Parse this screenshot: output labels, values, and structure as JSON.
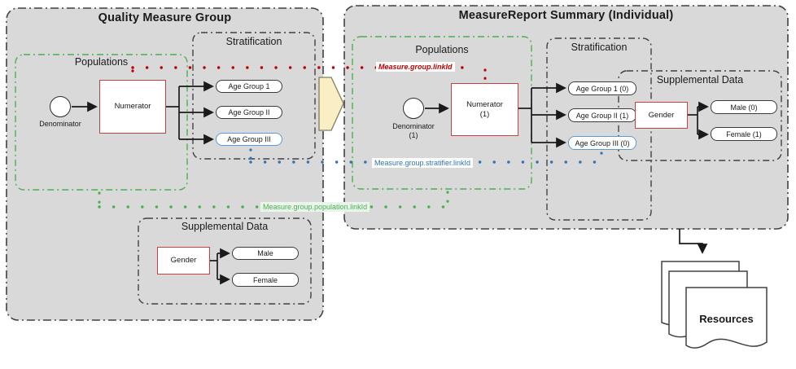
{
  "left_panel": {
    "title": "Quality Measure Group",
    "populations": {
      "label": "Populations",
      "denominator": "Denominator",
      "numerator": "Numerator"
    },
    "stratification": {
      "label": "Stratification",
      "items": [
        "Age Group 1",
        "Age Group II",
        "Age Group III"
      ]
    },
    "supplemental": {
      "label": "Supplemental Data",
      "gender": "Gender",
      "items": [
        "Male",
        "Female"
      ]
    }
  },
  "right_panel": {
    "title": "MeasureReport Summary (Individual)",
    "populations": {
      "label": "Populations",
      "denominator_line1": "Denominator",
      "denominator_line2": "(1)",
      "numerator_line1": "Numerator",
      "numerator_line2": "(1)"
    },
    "stratification": {
      "label": "Stratification",
      "items": [
        "Age Group 1 (0)",
        "Age Group II (1)",
        "Age Group III (0)"
      ]
    },
    "supplemental": {
      "label": "Supplemental Data",
      "gender": "Gender",
      "items": [
        "Male (0)",
        "Female (1)"
      ]
    }
  },
  "links": {
    "group": "Measure.group.linkId",
    "stratifier": "Measure.group.stratifier.linkId",
    "population": "Measure.group.population.linkId"
  },
  "resources": {
    "label": "Resources"
  },
  "colors": {
    "panel_fill": "#D9D9D9",
    "panel_border": "#404040",
    "populations_green": "#4CAF50",
    "link_red": "#C00000",
    "link_blue": "#2E75B6",
    "box_red_border": "#C5413D",
    "pill_blue_border": "#5B9BD5",
    "transform_arrow_fill": "#FAEFC4"
  }
}
